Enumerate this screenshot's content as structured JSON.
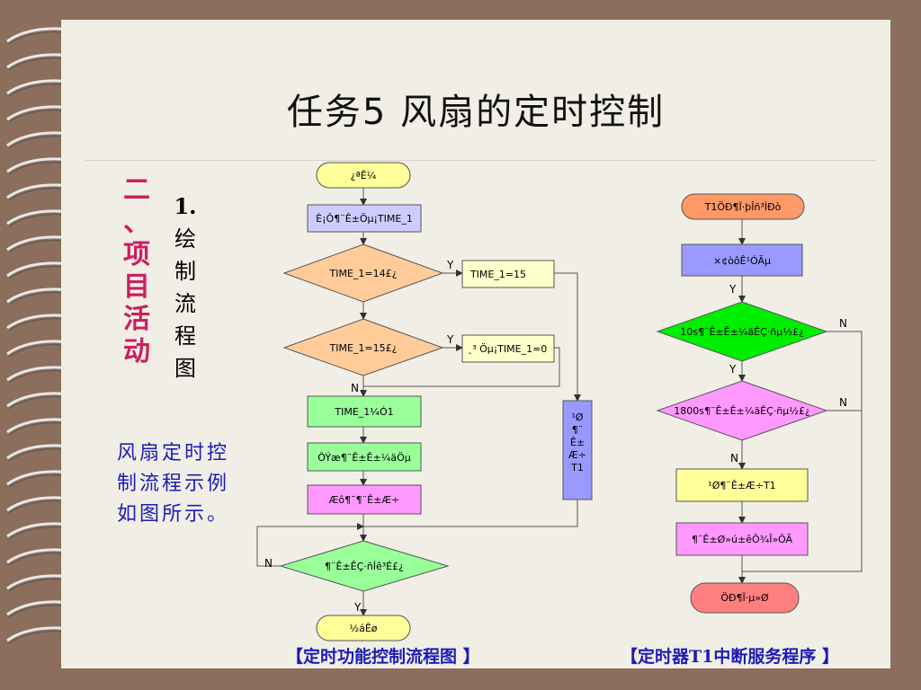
{
  "title": "任务5  风扇的定时控制",
  "section_heading": "二、项目活动",
  "step": "1.绘制流程图",
  "description": "风扇定时控制流程示例如图所示。",
  "captions": {
    "left": "【定时功能控制流程图 】",
    "right": "【定时器T1中断服务程序 】"
  },
  "left_flow": {
    "start": "¿ªÊ¼",
    "n1": "È¡Ô¶¨Ê±Öµ¡TIME_1",
    "d1": "TIME_1=14£¿",
    "r1": "TIME_1=15",
    "d2": "TIME_1=15£¿",
    "r2": "¸³ Öµ¡TIME_1=0",
    "n2": "TIME_1¼Ó1",
    "n3": "ÔÝæ¶¨Ê±Ê±¼äÖµ",
    "n4": "Æô¶¯¶¨Ê±Æ÷",
    "vbox": "¹Ø\n¶¨\nÊ±\nÆ÷\nT1",
    "d3": "¶¨Ê±ÊÇ·ñÍê³É£¿",
    "end": "½áÊø"
  },
  "right_flow": {
    "start": "T1ÖÐ¶Ï·þÎñ³ÌÐò",
    "n1": "×¢òôÊ¹ÓÃµ",
    "d1": "10s¶¨Ê±Ê±¼äÊÇ·ñµ½£¿",
    "d2": "1800s¶¨Ê±Ê±¼äÊÇ·ñµ½£¿",
    "n2": "¹Ø¶¨Ê±Æ÷T1",
    "n3": "¶¨Ê±Ø»ú±êÖ¾Î»ÖÃ",
    "end": "ÖÐ¶Ï·µ»Ø"
  },
  "flow_labels": {
    "yes": "Y",
    "no": "N"
  },
  "colors": {
    "terminal_yellow": "#ffff99",
    "process_blue": "#ccccff",
    "decision_orange": "#ffcc99",
    "process_yellow": "#ffffcc",
    "process_green": "#99ff99",
    "process_pink": "#ff99ff",
    "decision_green": "#99ff99",
    "vbox_blue": "#9999ff",
    "terminal_orange": "#ff9966",
    "process_purple": "#9999ff",
    "decision_bright_green": "#00ee00",
    "decision_pink": "#ff99ff",
    "terminal_red": "#ff7f7f",
    "heading_red": "#cc1f5f",
    "text_blue": "#1c1cb5"
  }
}
